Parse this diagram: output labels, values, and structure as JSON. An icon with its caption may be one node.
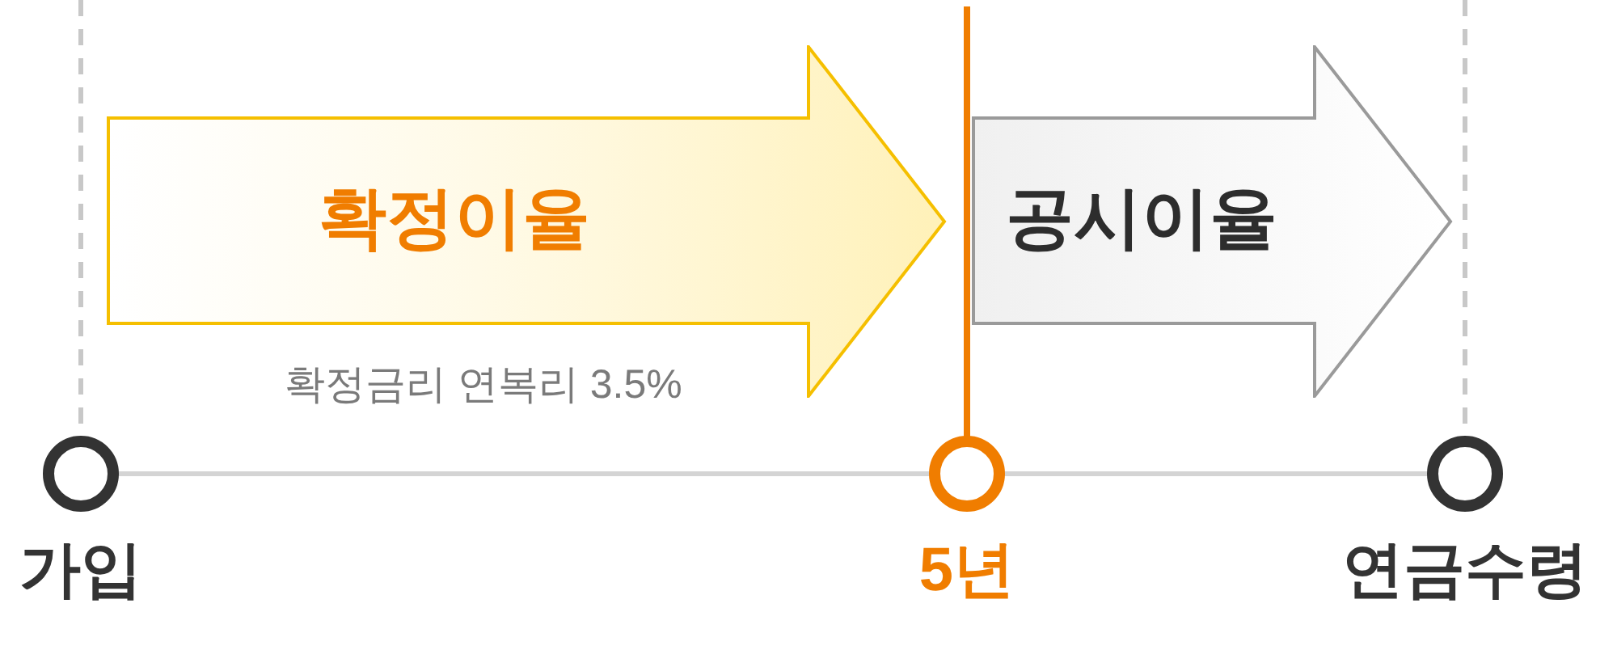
{
  "diagram": {
    "nodes": [
      {
        "text": [
          "확정이율"
        ],
        "beside": [
          "확정금리 연복리 3.5%"
        ]
      },
      {
        "text": [
          "공시이율"
        ]
      },
      {
        "text": [
          "가입"
        ]
      },
      {
        "text": [
          "5년"
        ]
      },
      {
        "text": [
          "연금수령"
        ]
      }
    ],
    "edges": [
      {
        "from": 2,
        "to": 3,
        "arrow": "none"
      },
      {
        "from": 3,
        "to": 4,
        "arrow": "none"
      }
    ]
  }
}
